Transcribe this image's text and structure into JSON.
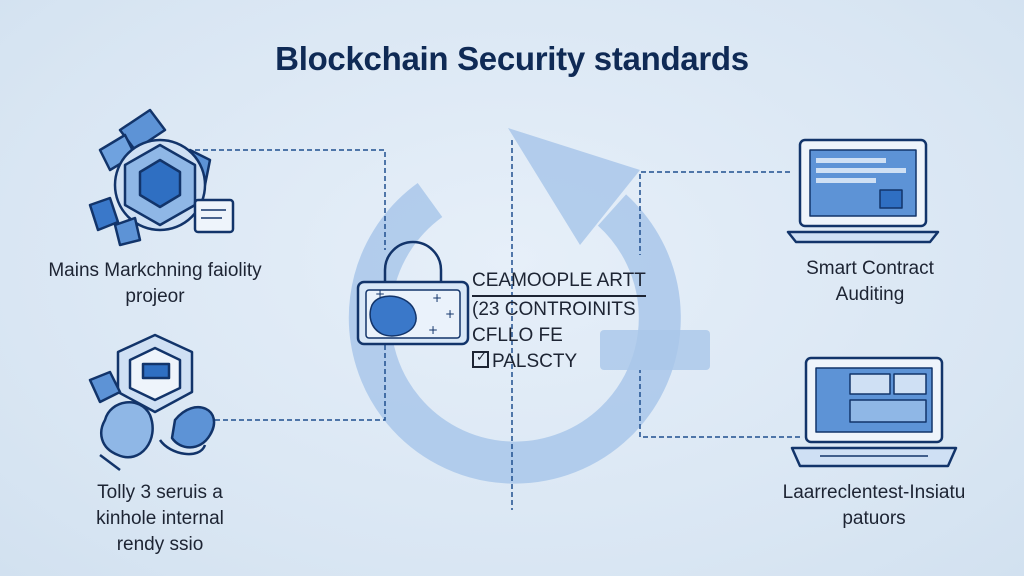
{
  "title": "Blockchain Security standards",
  "nodes": {
    "top_left": {
      "lines": [
        "Mains Markchning faiolity",
        "projeor"
      ]
    },
    "bottom_left": {
      "lines": [
        "Tolly 3 seruis a",
        "kinhole internal",
        "rendy ssio"
      ]
    },
    "top_right": {
      "lines": [
        "Smart Contract",
        "Auditing"
      ]
    },
    "bottom_right": {
      "lines": [
        "Laarreclentest-Insiatu",
        "patuors"
      ]
    }
  },
  "center": {
    "lines": [
      "CEAMOOPLE ARTT",
      "(23 CONTROINITS",
      "CFLLO FE",
      "PALSCTY"
    ]
  },
  "colors": {
    "background": "#dde9f5",
    "title": "#0f2a55",
    "accent": "#3a78c9",
    "ring": "#a9c7ea",
    "line": "#1f4f8f"
  },
  "icons": {
    "top_left": "blockchain-cube-icon",
    "bottom_left": "shield-hands-icon",
    "center": "padlock-circuit-icon",
    "top_right": "laptop-icon",
    "bottom_right": "laptop-dashboard-icon"
  }
}
